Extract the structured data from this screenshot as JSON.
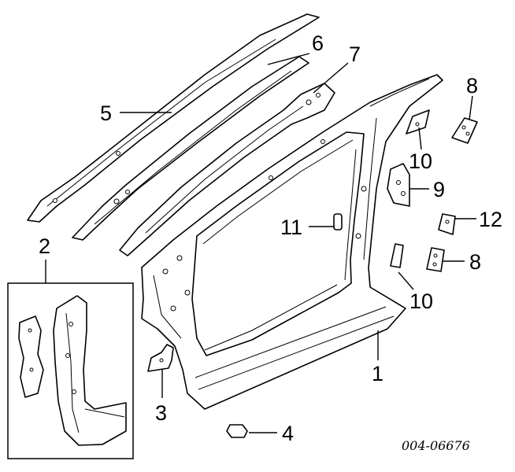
{
  "callouts": {
    "c1": "1",
    "c2": "2",
    "c3": "3",
    "c4": "4",
    "c5": "5",
    "c6": "6",
    "c7": "7",
    "c8a": "8",
    "c8b": "8",
    "c9": "9",
    "c10a": "10",
    "c10b": "10",
    "c11": "11",
    "c12": "12"
  },
  "reference_number": "004-06676"
}
